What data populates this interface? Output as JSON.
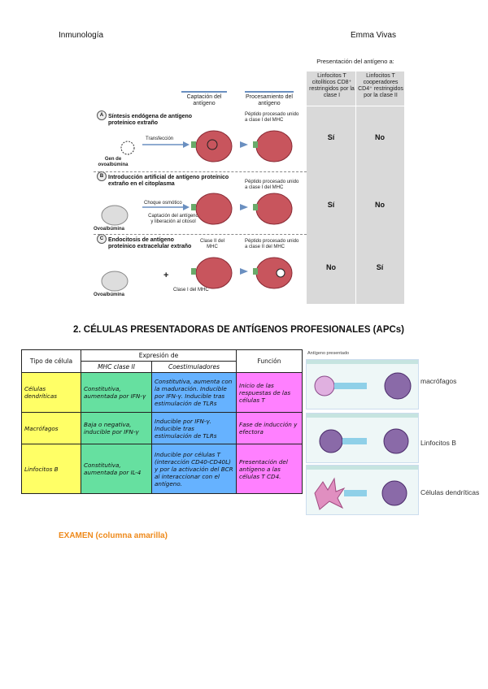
{
  "header": {
    "subject": "Inmunología",
    "author": "Emma Vivas"
  },
  "figure1": {
    "presentation_title": "Presentación del antígeno a:",
    "col_cd8": "Linfocitos T citolíticos CD8⁺ restringidos por la clase I",
    "col_cd4": "Linfocitos T cooperadores CD4⁺ restringidos por la clase II",
    "col_capture": "Captación del antígeno",
    "col_processing": "Procesamiento del antígeno",
    "panels": [
      {
        "letter": "A",
        "title": "Síntesis endógena de antígeno proteínico extraño",
        "label_arrow": "Transfección",
        "label_source": "Gen de ovoalbúmina",
        "label_process": "Péptido procesado unido a clase I del MHC",
        "cd8": "Sí",
        "cd4": "No"
      },
      {
        "letter": "B",
        "title": "Introducción artificial de antígeno proteínico extraño en el citoplasma",
        "label_arrow": "Choque osmótico",
        "label_capture": "Captación del antígeno y liberación al citosol",
        "label_source": "Ovoalbúmina",
        "label_process": "Péptido procesado unido a clase I del MHC",
        "cd8": "Sí",
        "cd4": "No"
      },
      {
        "letter": "C",
        "title": "Endocitosis de antígeno proteínico extracelular extraño",
        "label_mhc2": "Clase II del MHC",
        "label_mhc1": "Clase I del MHC",
        "label_plus": "+",
        "label_source": "Ovoalbúmina",
        "label_process": "Péptido procesado unido a clase II del MHC",
        "cd8": "No",
        "cd4": "Sí"
      }
    ]
  },
  "section_heading": "2.  CÉLULAS PRESENTADORAS DE ANTÍGENOS PROFESIONALES (APCs)",
  "table": {
    "h_type": "Tipo de célula",
    "h_expression": "Expresión de",
    "h_mhc2": "MHC clase II",
    "h_costim": "Coestimuladores",
    "h_function": "Función",
    "rows": [
      {
        "type": "Células dendríticas",
        "mhc2": "Constitutiva, aumentada por IFN-γ",
        "costim": "Constitutiva, aumenta con la maduración. Inducible por IFN-γ. Inducible tras estimulación de TLRs",
        "function": "Inicio de las respuestas de las células T"
      },
      {
        "type": "Macrófagos",
        "mhc2": "Baja o negativa, inducible por IFN-γ",
        "costim": "Inducible por IFN-γ. Inducible tras estimulación de TLRs",
        "function": "Fase de inducción y efectora"
      },
      {
        "type": "Linfocitos B",
        "mhc2": "Constitutiva, aumentada por IL-4",
        "costim": "Inducible por células T (interacción CD40-CD40L) y por la activación del BCR al interaccionar con el antígeno.",
        "function": "Presentación del antígeno a las células T CD4."
      }
    ]
  },
  "figure2": {
    "title": "Antígeno presentado",
    "labels": [
      "macrófagos",
      "Linfocitos B",
      "Células dendríticas"
    ]
  },
  "exam_note": "EXAMEN (columna amarilla)"
}
